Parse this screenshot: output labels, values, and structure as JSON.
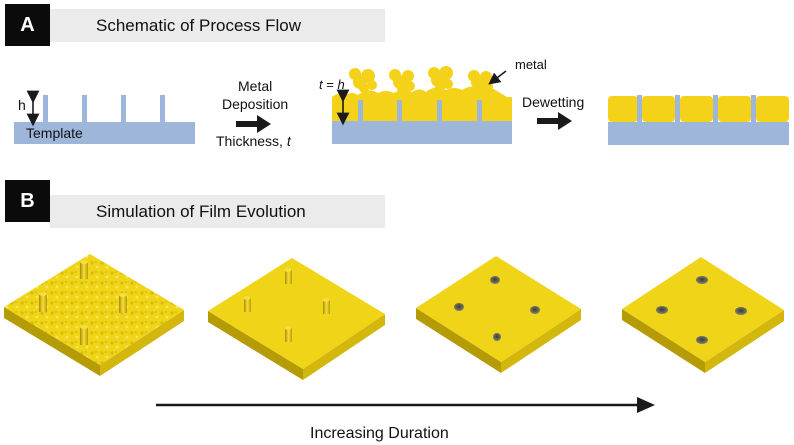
{
  "panel_a": {
    "letter": "A",
    "title": "Schematic of Process Flow",
    "h_label": "h",
    "template_label": "Template",
    "step1_line1": "Metal",
    "step1_line2": "Deposition",
    "step1_line3": "Thickness, ",
    "step1_t": "t",
    "t_eq_t": "t",
    "t_eq_mid": " = ",
    "t_eq_h": "h",
    "metal_label": "metal",
    "step2_label": "Dewetting"
  },
  "panel_b": {
    "letter": "B",
    "title": "Simulation of Film Evolution",
    "axis_label": "Increasing Duration"
  },
  "colors": {
    "template": "#9db6d9",
    "metal": "#f5d21a",
    "metal_edge": "#d9b300",
    "arrow": "#1a1a1a",
    "slab_top": "#f0d418",
    "slab_left": "#b59c06",
    "slab_right": "#d4b70c"
  }
}
